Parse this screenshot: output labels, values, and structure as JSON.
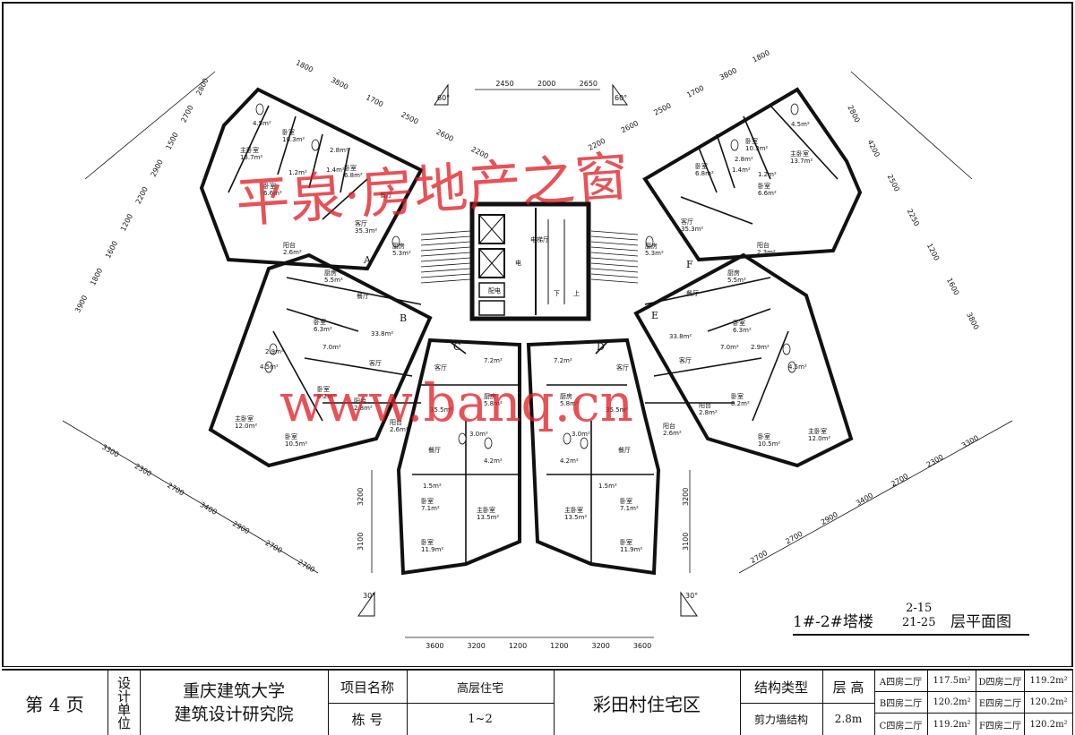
{
  "watermark": {
    "line1": "平泉·房地产之窗",
    "line2": "www.banq.cn"
  },
  "top_dims": [
    "2450",
    "2000",
    "2650"
  ],
  "bottom_dims": [
    "3600",
    "3200",
    "1200",
    "1200",
    "3200",
    "3600"
  ],
  "left_wing_outer_dims": [
    "1800",
    "3800",
    "1700",
    "2500",
    "2600",
    "2200"
  ],
  "right_wing_outer_dims": [
    "1800",
    "3800",
    "1700",
    "2500",
    "2600",
    "2200"
  ],
  "left_vertical_dims": [
    "2800",
    "2700",
    "1500",
    "2900",
    "2200",
    "1200",
    "1600",
    "1800",
    "3900"
  ],
  "right_vertical_dims": [
    "2800",
    "4200",
    "2500",
    "2250",
    "1200",
    "1600",
    "3800"
  ],
  "lower_left_dims": [
    "3300",
    "2300",
    "2700",
    "3400",
    "2900",
    "2700",
    "2700"
  ],
  "lower_right_dims": [
    "3300",
    "2300",
    "2700",
    "3400",
    "2900",
    "2700",
    "2700"
  ],
  "side_small_dims": [
    "3200",
    "3100",
    "3200",
    "3100"
  ],
  "angle_labels": [
    "60°",
    "60°",
    "30°",
    "30°"
  ],
  "core_labels": [
    "电梯厅",
    "电",
    "配电",
    "下",
    "上"
  ],
  "unit_letters": [
    "A",
    "B",
    "C",
    "D",
    "E",
    "F"
  ],
  "rooms_left": [
    {
      "name": "卧室",
      "area": "10.3m²"
    },
    {
      "name": "主卧室",
      "area": "13.7m²"
    },
    {
      "name": "",
      "area": "4.5m²"
    },
    {
      "name": "",
      "area": "2.8m²"
    },
    {
      "name": "",
      "area": "1.4m²"
    },
    {
      "name": "",
      "area": "1.2m²"
    },
    {
      "name": "卧室",
      "area": "6.8m²"
    },
    {
      "name": "卧室",
      "area": "6.6m²"
    },
    {
      "name": "餐厅",
      "area": ""
    },
    {
      "name": "客厅",
      "area": "35.3m²"
    },
    {
      "name": "厨房",
      "area": "5.3m²"
    },
    {
      "name": "阳台",
      "area": "2.6m²"
    },
    {
      "name": "厨房",
      "area": "5.5m²"
    },
    {
      "name": "卧室",
      "area": "6.3m²"
    },
    {
      "name": "餐厅",
      "area": ""
    },
    {
      "name": "",
      "area": "33.8m²"
    },
    {
      "name": "客厅",
      "area": ""
    },
    {
      "name": "",
      "area": "2.9m²"
    },
    {
      "name": "",
      "area": "7.0m²"
    },
    {
      "name": "",
      "area": "4.5m²"
    },
    {
      "name": "卧室",
      "area": "8.2m²"
    },
    {
      "name": "阳台",
      "area": "2.8m²"
    },
    {
      "name": "阳台",
      "area": "2.6m²"
    },
    {
      "name": "主卧室",
      "area": "12.0m²"
    },
    {
      "name": "卧室",
      "area": "10.5m²"
    }
  ],
  "rooms_right": [
    {
      "name": "卧室",
      "area": "10.3m²"
    },
    {
      "name": "主卧室",
      "area": "13.7m²"
    },
    {
      "name": "",
      "area": "4.5m²"
    },
    {
      "name": "",
      "area": "2.8m²"
    },
    {
      "name": "",
      "area": "1.4m²"
    },
    {
      "name": "",
      "area": "1.2m²"
    },
    {
      "name": "卧室",
      "area": "6.8m²"
    },
    {
      "name": "卧室",
      "area": "6.6m²"
    },
    {
      "name": "客厅",
      "area": "35.3m²"
    },
    {
      "name": "厨房",
      "area": "5.3m²"
    },
    {
      "name": "阳台",
      "area": "2.3m²"
    },
    {
      "name": "厨房",
      "area": "5.5m²"
    },
    {
      "name": "卧室",
      "area": "6.3m²"
    },
    {
      "name": "餐厅",
      "area": ""
    },
    {
      "name": "",
      "area": "33.8m²"
    },
    {
      "name": "客厅",
      "area": ""
    },
    {
      "name": "",
      "area": "2.9m²"
    },
    {
      "name": "",
      "area": "7.0m²"
    },
    {
      "name": "",
      "area": "4.5m²"
    },
    {
      "name": "卧室",
      "area": "8.2m²"
    },
    {
      "name": "阳台",
      "area": "2.8m²"
    },
    {
      "name": "阳台",
      "area": "2.6m²"
    },
    {
      "name": "主卧室",
      "area": "12.0m²"
    },
    {
      "name": "卧室",
      "area": "10.5m²"
    }
  ],
  "rooms_center": [
    {
      "name": "",
      "area": "7.2m²"
    },
    {
      "name": "",
      "area": "7.2m²"
    },
    {
      "name": "客厅",
      "area": ""
    },
    {
      "name": "客厅",
      "area": ""
    },
    {
      "name": "厨房",
      "area": "5.8m²"
    },
    {
      "name": "厨房",
      "area": "5.8m²"
    },
    {
      "name": "",
      "area": "35.5m²"
    },
    {
      "name": "",
      "area": "35.5m²"
    },
    {
      "name": "",
      "area": "3.0m²"
    },
    {
      "name": "",
      "area": "3.0m²"
    },
    {
      "name": "",
      "area": "4.2m²"
    },
    {
      "name": "",
      "area": "4.2m²"
    },
    {
      "name": "餐厅",
      "area": ""
    },
    {
      "name": "餐厅",
      "area": ""
    },
    {
      "name": "",
      "area": "1.5m²"
    },
    {
      "name": "",
      "area": "1.5m²"
    },
    {
      "name": "卧室",
      "area": "7.1m²"
    },
    {
      "name": "卧室",
      "area": "7.1m²"
    },
    {
      "name": "主卧室",
      "area": "13.5m²"
    },
    {
      "name": "主卧室",
      "area": "13.5m²"
    },
    {
      "name": "卧室",
      "area": "11.9m²"
    },
    {
      "name": "卧室",
      "area": "11.9m²"
    }
  ],
  "plan_title": {
    "main": "1#-2#塔楼",
    "floors_top": "2-15",
    "floors_bottom": "21-25",
    "suffix": "层平面图"
  },
  "title_block": {
    "page": "第 4 页",
    "design_unit_label": "设计单位",
    "org_line1": "重庆建筑大学",
    "org_line2": "建筑设计研究院",
    "project_name_label": "项目名称",
    "project_name_value": "高层住宅",
    "building_no_label": "栋    号",
    "building_no_value": "1~2",
    "district": "彩田村住宅区",
    "structure_type_label": "结构类型",
    "structure_type_value": "剪力墙结构",
    "floor_height_label": "层  高",
    "floor_height_value": "2.8m",
    "unit_areas": [
      {
        "type": "A四房二厅",
        "area": "117.5m²"
      },
      {
        "type": "B四房二厅",
        "area": "120.2m²"
      },
      {
        "type": "C四房二厅",
        "area": "119.2m²"
      },
      {
        "type": "D四房二厅",
        "area": "119.2m²"
      },
      {
        "type": "E四房二厅",
        "area": "120.2m²"
      },
      {
        "type": "F四房二厅",
        "area": "120.2m²"
      }
    ]
  }
}
